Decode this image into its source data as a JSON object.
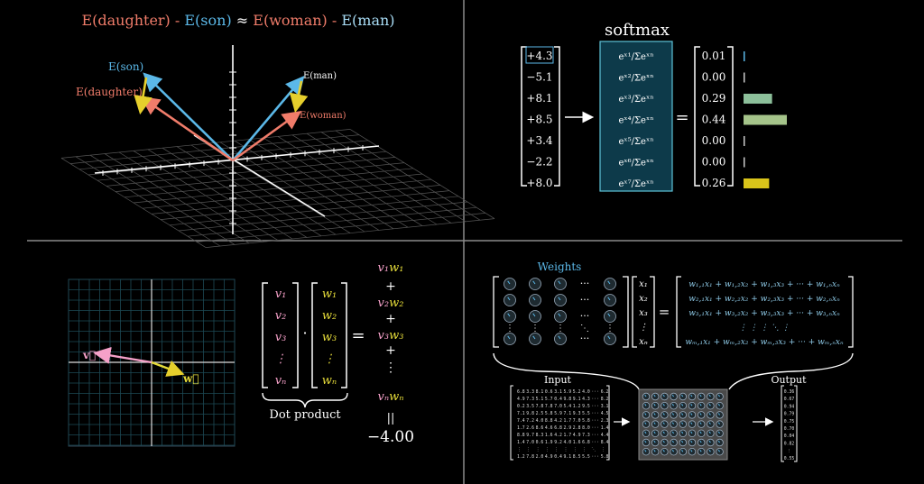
{
  "panels": {
    "embedding": {
      "equation": {
        "t1": "E(daughter)",
        "t2": " - ",
        "t3": "E(son)",
        "t4": " ≈ ",
        "t5": "E(woman)",
        "t6": " - ",
        "t7": "E(man)"
      },
      "labels": {
        "son": "E(son)",
        "daughter": "E(daughter)",
        "man": "E(man)",
        "woman": "E(woman)"
      },
      "colors": {
        "red": "#f07c6a",
        "blue": "#5bb8e8",
        "yellow": "#e6cf2c"
      }
    },
    "softmax": {
      "title": "softmax",
      "inputs": [
        "+4.3",
        "−5.1",
        "+8.1",
        "+8.5",
        "+3.4",
        "−2.2",
        "+8.0"
      ],
      "exp_terms": [
        "eˣ¹/Σeˣⁿ",
        "eˣ²/Σeˣⁿ",
        "eˣ³/Σeˣⁿ",
        "eˣ⁴/Σeˣⁿ",
        "eˣ⁵/Σeˣⁿ",
        "eˣ⁶/Σeˣⁿ",
        "eˣ⁷/Σeˣⁿ"
      ],
      "equals": "=",
      "outputs": [
        0.01,
        0.0,
        0.29,
        0.44,
        0.0,
        0.0,
        0.26
      ],
      "output_labels": [
        "0.01",
        "0.00",
        "0.29",
        "0.44",
        "0.00",
        "0.00",
        "0.26"
      ],
      "bar_colors": [
        "#5bb8e8",
        "#cccccc",
        "#8cbf9a",
        "#a5c48a",
        "#cccccc",
        "#cccccc",
        "#d9c41a"
      ]
    },
    "dot": {
      "v_label": "v⃗",
      "w_label": "w⃗",
      "v_entries": [
        "v₁",
        "v₂",
        "v₃",
        "⋮",
        "vₙ"
      ],
      "w_entries": [
        "w₁",
        "w₂",
        "w₃",
        "⋮",
        "wₙ"
      ],
      "times": "·",
      "equals": "=",
      "caption": "Dot product",
      "sum_terms": [
        "v₁w₁",
        "v₂w₂",
        "v₃w₃",
        "vₙwₙ"
      ],
      "plus": "+",
      "vdots": "⋮",
      "eq_sign": "||",
      "result": "−4.00",
      "colors": {
        "v": "#f5a0c8",
        "w": "#e6dc3a"
      }
    },
    "weights": {
      "title": "Weights",
      "x_entries": [
        "x₁",
        "x₂",
        "x₃",
        "⋮",
        "xₙ"
      ],
      "equals": "=",
      "rows": [
        "w₁,₁x₁ + w₁,₂x₂ + w₁,₃x₃ + ··· + w₁,ₙxₙ",
        "w₂,₁x₁ + w₂,₂x₂ + w₂,₃x₃ + ··· + w₂,ₙxₙ",
        "w₃,₁x₁ + w₃,₂x₂ + w₃,₃x₃ + ··· + w₃,ₙxₙ",
        "⋮          ⋮          ⋮        ⋱        ⋮",
        "wₘ,₁x₁ + wₘ,₂x₂ + wₘ,₃x₃ + ··· + wₘ,ₙxₙ"
      ],
      "input_label": "Input",
      "output_label": "Output",
      "input_grid": [
        [
          "6.8",
          "3.3",
          "8.1",
          "0.6",
          "3.1",
          "5.9",
          "5.2",
          "4.0",
          "···",
          "6.2"
        ],
        [
          "4.9",
          "7.3",
          "5.1",
          "5.7",
          "0.4",
          "9.8",
          "9.1",
          "4.3",
          "···",
          "8.2"
        ],
        [
          "0.2",
          "3.5",
          "7.8",
          "7.8",
          "7.0",
          "5.4",
          "1.2",
          "9.5",
          "···",
          "3.1"
        ],
        [
          "7.1",
          "9.8",
          "2.5",
          "5.8",
          "5.9",
          "7.1",
          "9.3",
          "5.5",
          "···",
          "4.5"
        ],
        [
          "7.4",
          "7.2",
          "4.0",
          "8.8",
          "4.2",
          "1.7",
          "7.0",
          "5.8",
          "···",
          "2.3"
        ],
        [
          "1.7",
          "2.6",
          "8.6",
          "4.6",
          "6.8",
          "2.9",
          "2.8",
          "8.0",
          "···",
          "1.4"
        ],
        [
          "8.8",
          "9.7",
          "8.3",
          "1.6",
          "4.2",
          "1.7",
          "4.9",
          "7.3",
          "···",
          "4.4"
        ],
        [
          "1.4",
          "7.0",
          "0.6",
          "1.9",
          "9.2",
          "4.0",
          "1.6",
          "6.8",
          "···",
          "8.4"
        ],
        [
          "⋮",
          "⋮",
          "⋮",
          "⋮",
          "⋮",
          "⋮",
          "⋮",
          "⋮",
          "⋱",
          "⋮"
        ],
        [
          "1.2",
          "7.8",
          "2.0",
          "4.9",
          "0.4",
          "9.1",
          "8.5",
          "5.5",
          "···",
          "5.8"
        ]
      ],
      "output_values": [
        "0.36",
        "0.67",
        "0.94",
        "0.79",
        "0.75",
        "0.70",
        "0.04",
        "0.82",
        "⋮",
        "0.55"
      ]
    }
  }
}
